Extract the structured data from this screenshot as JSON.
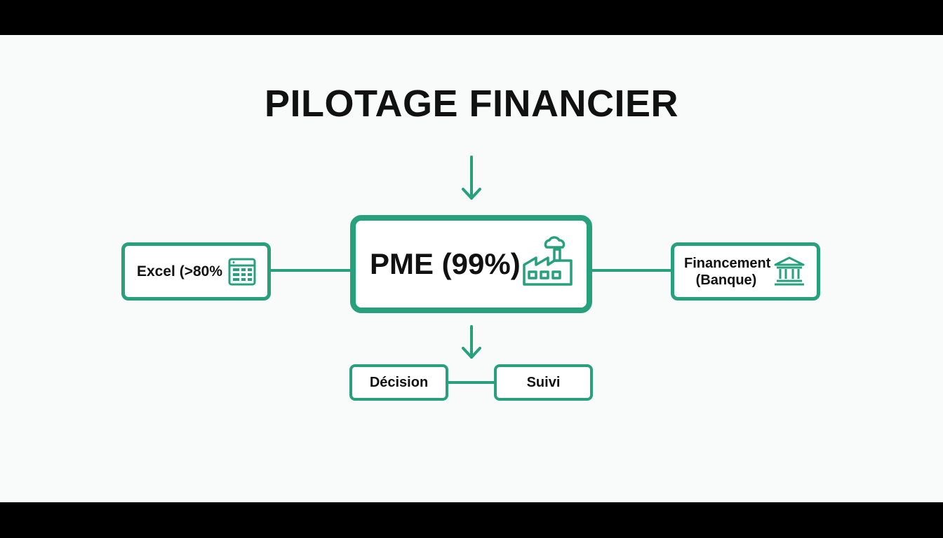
{
  "diagram": {
    "title": "PILOTAGE FINANCIER",
    "accent_color": "#27a07c",
    "nodes": {
      "center": {
        "label": "PME (99%)",
        "icon": "factory-icon"
      },
      "left": {
        "label": "Excel (>80%",
        "icon": "spreadsheet-icon"
      },
      "right": {
        "label": "Financement (Banque)",
        "icon": "bank-icon"
      },
      "decision": {
        "label": "Décision"
      },
      "suivi": {
        "label": "Suivi"
      }
    }
  }
}
